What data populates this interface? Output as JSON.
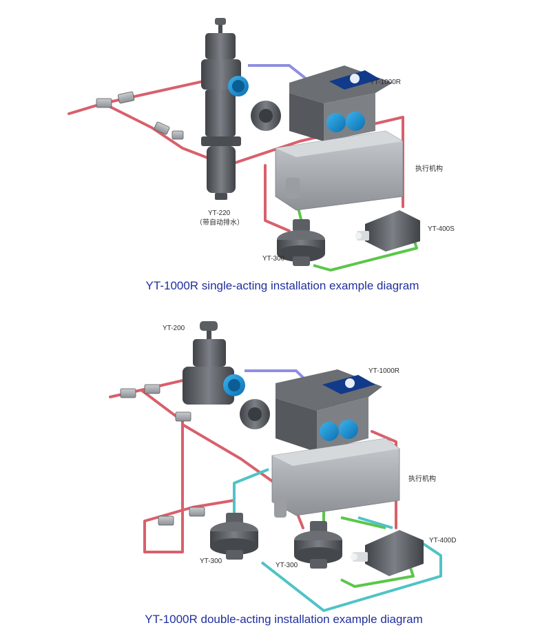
{
  "colors": {
    "background": "#ffffff",
    "caption": "#1f2f9e",
    "supply_line": "#e0707c",
    "signal_line": "#8e8ee0",
    "output_a_line": "#5cc64a",
    "output_b_line": "#4fc3c6",
    "body_dark": "#5b5e63",
    "body_light": "#a9adb2",
    "gauge_blue": "#1a8fd6"
  },
  "diagram_single": {
    "caption": "YT-1000R single-acting installation example diagram",
    "labels": {
      "positioner": "YT-1000R",
      "actuator": "执行机构",
      "filter_regulator": "YT-220",
      "auto_drain": "（带自动排水）",
      "booster_relay": "YT-300",
      "lock_valve": "YT-400S"
    }
  },
  "diagram_double": {
    "caption": "YT-1000R double-acting installation example diagram",
    "labels": {
      "regulator": "YT-200",
      "positioner": "YT-1000R",
      "actuator": "执行机构",
      "booster_relay_left": "YT-300",
      "booster_relay_right": "YT-300",
      "lock_valve": "YT-400D"
    }
  }
}
